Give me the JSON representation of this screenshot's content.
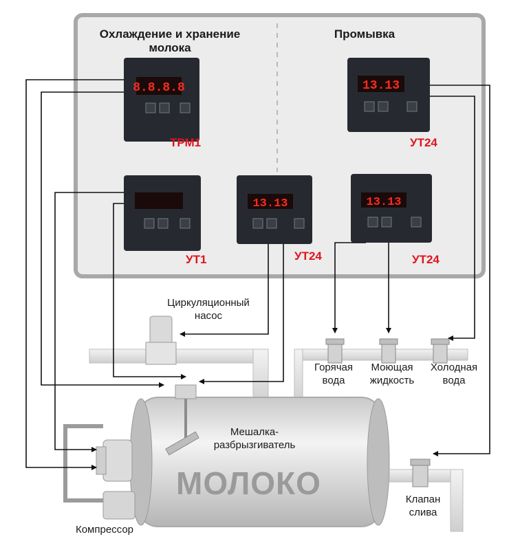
{
  "panel": {
    "left_title_line1": "Охлаждение и хранение",
    "left_title_line2": "молока",
    "right_title": "Промывка"
  },
  "devices": [
    {
      "id": "trm1",
      "name": "ТРМ1",
      "display": "8.8.8.8",
      "type": "single"
    },
    {
      "id": "ut24_top",
      "name": "УТ24",
      "display": "13.13",
      "type": "timer"
    },
    {
      "id": "ut1",
      "name": "УТ1",
      "display": "",
      "type": "clock"
    },
    {
      "id": "ut24_mid",
      "name": "УТ24",
      "display": "13.13",
      "type": "timer"
    },
    {
      "id": "ut24_right",
      "name": "УТ24",
      "display": "13.13",
      "type": "timer"
    }
  ],
  "labels": {
    "pump_line1": "Циркуляционный",
    "pump_line2": "насос",
    "hot_line1": "Горячая",
    "hot_line2": "вода",
    "wash_line1": "Моющая",
    "wash_line2": "жидкость",
    "cold_line1": "Холодная",
    "cold_line2": "вода",
    "mixer_line1": "Мешалка-",
    "mixer_line2": "разбрызгиватель",
    "tank": "МОЛОКО",
    "valve_line1": "Клапан",
    "valve_line2": "слива",
    "compressor": "Компрессор"
  },
  "colors": {
    "panel_fill": "#ececec",
    "panel_border": "#a8a8a8",
    "device_body": "#262a30",
    "display_red": "#ff2a1e",
    "name_red": "#e0141e",
    "pipe": "#dcdcdc"
  }
}
